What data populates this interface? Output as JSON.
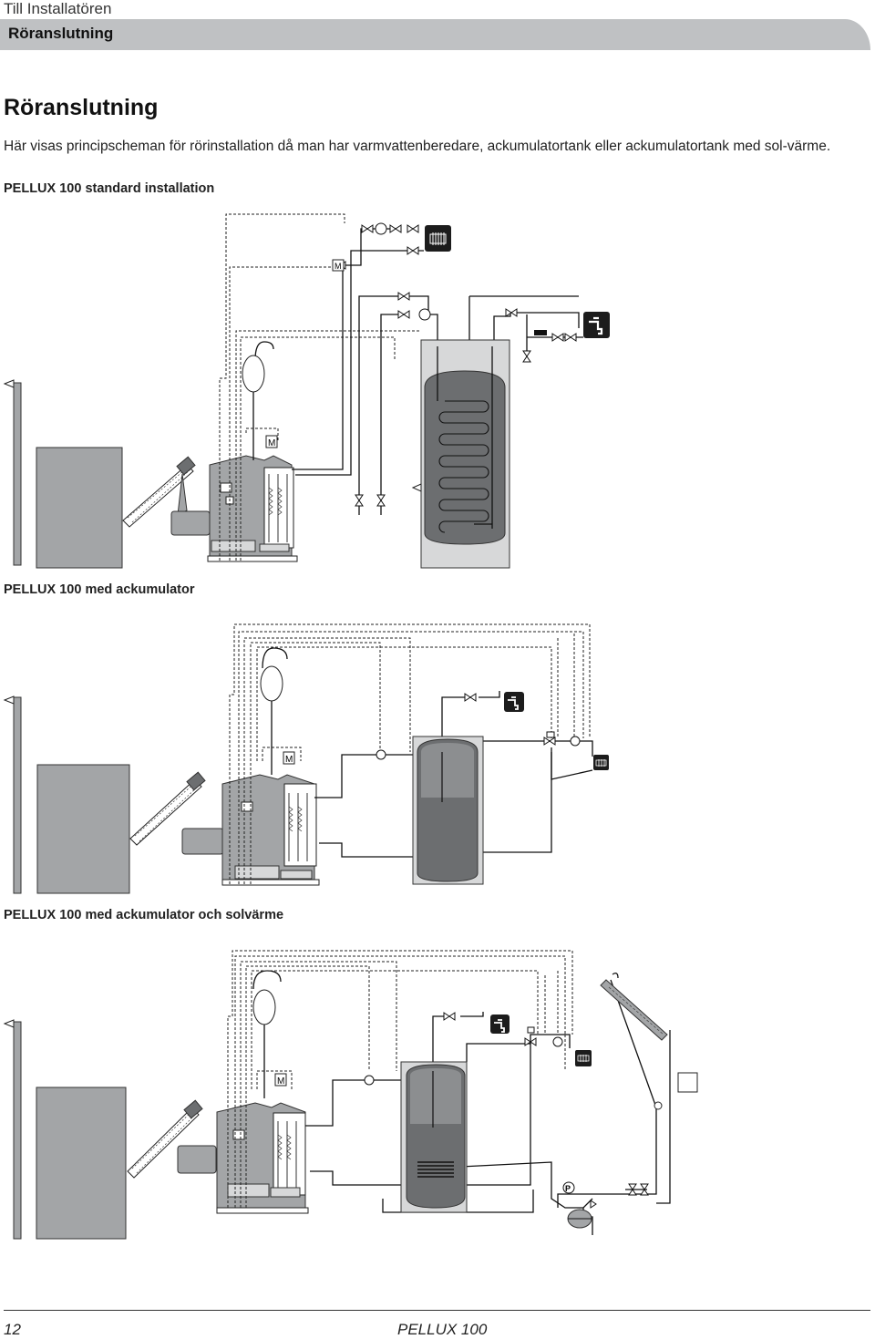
{
  "header": {
    "section": "Till Installatören",
    "subsection": "Röranslutning"
  },
  "content": {
    "title": "Röranslutning",
    "intro": "Här visas principscheman för rörinstallation då man har varmvattenberedare, ackumulatortank eller ackumulatortank med sol-värme.",
    "diagrams": [
      {
        "caption": "PELLUX 100 standard installation",
        "motor_label": "M"
      },
      {
        "caption": "PELLUX 100 med ackumulator",
        "motor_label": "M"
      },
      {
        "caption": "PELLUX 100 med ackumulator och solvärme",
        "motor_label": "M",
        "pressure_label": "P"
      }
    ]
  },
  "footer": {
    "page_number": "12",
    "product": "PELLUX 100"
  },
  "colors": {
    "header_band": "#bfc1c3",
    "equipment_gray": "#a3a5a7",
    "tank_dark": "#6c6e70"
  }
}
